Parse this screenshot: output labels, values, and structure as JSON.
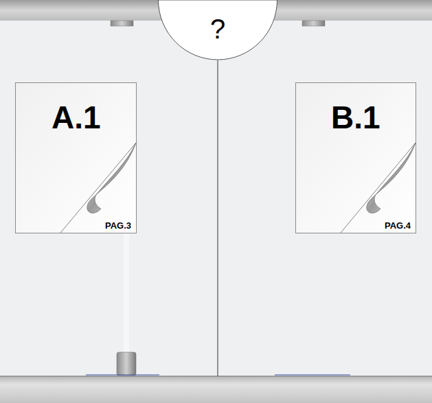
{
  "diagram": {
    "nodes": [
      {
        "text": [
          "?"
        ]
      },
      {
        "text": [
          "A.1",
          "PAG.3"
        ]
      },
      {
        "text": [
          "B.1",
          "PAG.4"
        ]
      }
    ]
  }
}
